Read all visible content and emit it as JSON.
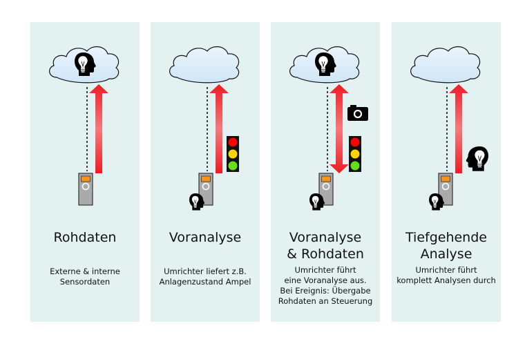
{
  "diagram": {
    "panels": [
      {
        "id": "rohdaten",
        "title_lines": [
          "Rohdaten"
        ],
        "description_lines": [
          "Externe & interne",
          "Sensordaten"
        ],
        "cloud_has_brain": true,
        "arrow": "up",
        "device_has_brain": false,
        "side_icons": []
      },
      {
        "id": "voranalyse",
        "title_lines": [
          "Voranalyse"
        ],
        "description_lines": [
          "Umrichter liefert z.B.",
          "Anlagenzustand Ampel"
        ],
        "cloud_has_brain": false,
        "arrow": "up",
        "device_has_brain": true,
        "side_icons": [
          "traffic-light"
        ]
      },
      {
        "id": "voranalyse-rohdaten",
        "title_lines": [
          "Voranalyse",
          "& Rohdaten"
        ],
        "description_lines": [
          "Umrichter führt",
          "eine Voranalyse aus.",
          "Bei Ereignis: Übergabe",
          "Rohdaten an Steuerung"
        ],
        "cloud_has_brain": true,
        "arrow": "both",
        "device_has_brain": true,
        "side_icons": [
          "camera",
          "traffic-light"
        ]
      },
      {
        "id": "tiefgehende-analyse",
        "title_lines": [
          "Tiefgehende",
          "Analyse"
        ],
        "description_lines": [
          "Umrichter führt",
          "komplett Analysen durch"
        ],
        "cloud_has_brain": false,
        "arrow": "up",
        "device_has_brain": true,
        "side_icons": [
          "brain-head"
        ]
      }
    ],
    "colors": {
      "panel_bg": "#e3f1f1",
      "arrow": "#ee1c24",
      "device_body": "#aaaaaa",
      "device_screen": "#f7941d",
      "cloud_fill": "#cfe6f7",
      "light_red": "#ff0000",
      "light_yellow": "#ffd700",
      "light_green": "#66e01a"
    }
  }
}
